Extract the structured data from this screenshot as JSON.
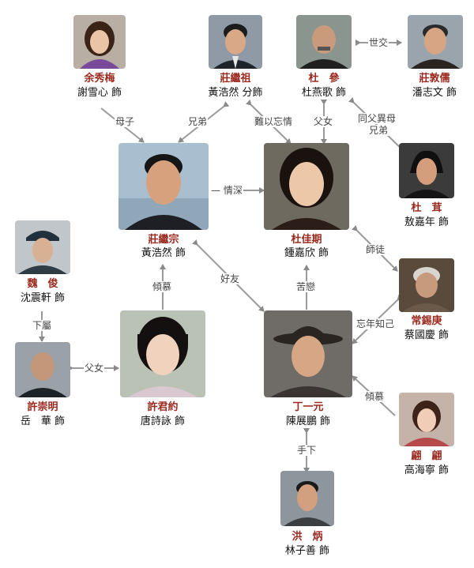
{
  "characters": {
    "yu": {
      "name": "余秀梅",
      "actor": "謝雪心 飾"
    },
    "zjz": {
      "name": "莊繼祖",
      "actor": "黃浩然 分飾"
    },
    "du": {
      "name": "杜　參",
      "actor": "杜燕歌 飾"
    },
    "zdr": {
      "name": "莊敦儒",
      "actor": "潘志文 飾"
    },
    "zjzong": {
      "name": "莊繼宗",
      "actor": "黃浩然 飾"
    },
    "djq": {
      "name": "杜佳期",
      "actor": "鍾嘉欣 飾"
    },
    "dr": {
      "name": "杜　茸",
      "actor": "敖嘉年 飾"
    },
    "wei": {
      "name": "魏　俊",
      "actor": "沈震軒 飾"
    },
    "csg": {
      "name": "常錫庚",
      "actor": "蔡國慶 飾"
    },
    "xcm": {
      "name": "許崇明",
      "actor": "岳　華 飾"
    },
    "xjy": {
      "name": "許君約",
      "actor": "唐詩詠 飾"
    },
    "dyy": {
      "name": "丁一元",
      "actor": "陳展鵬 飾"
    },
    "pp": {
      "name": "翩　翩",
      "actor": "高海寧 飾"
    },
    "hb": {
      "name": "洪　炳",
      "actor": "林子善 飾"
    }
  },
  "relations": {
    "shijiao": "世交",
    "muzi": "母子",
    "xiongdi": "兄弟",
    "nanyiwangqing": "難以忘情",
    "funu": "父女",
    "tongfu1": "同父異母",
    "tongfu2": "兄弟",
    "qingshen": "— 情深",
    "shitu": "師徒",
    "qingmu": "傾慕",
    "haoyou": "好友",
    "kulian": "苦戀",
    "xiashu": "下屬",
    "funu2": "父女",
    "wangnian": "忘年知己",
    "qingmu2": "傾慕",
    "shouxia": "手下"
  }
}
